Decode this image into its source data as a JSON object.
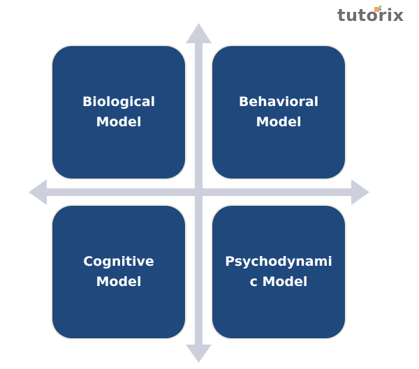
{
  "logo": {
    "text": "tutorix"
  },
  "colors": {
    "box_fill": "#1f497d",
    "box_border": "#eeeadc",
    "arrow": "#cdd0dc",
    "label_text": "#ffffff",
    "logo_text": "#6e6e6e"
  },
  "quadrants": [
    {
      "id": "top-left",
      "label": "Biological\nModel"
    },
    {
      "id": "top-right",
      "label": "Behavioral\nModel"
    },
    {
      "id": "bottom-left",
      "label": "Cognitive\nModel"
    },
    {
      "id": "bottom-right",
      "label": "Psychodynami\nc Model"
    }
  ],
  "axes": {
    "directions": [
      "up",
      "down",
      "left",
      "right"
    ]
  }
}
